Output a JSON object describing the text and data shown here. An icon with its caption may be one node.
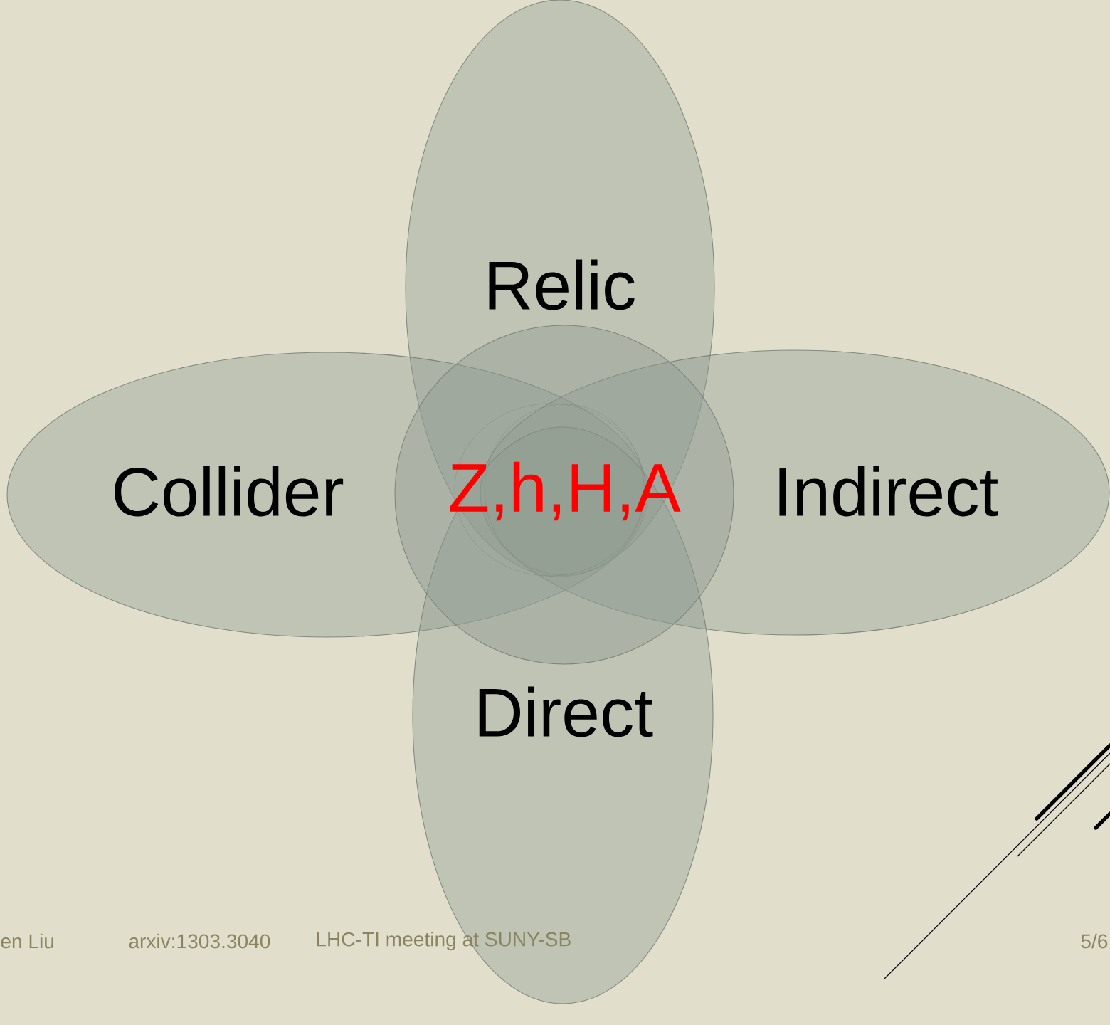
{
  "diagram": {
    "nodes": [
      {
        "text": [
          "Relic"
        ]
      },
      {
        "text": [
          "Collider"
        ]
      },
      {
        "text": [
          "Indirect"
        ]
      },
      {
        "text": [
          "Direct"
        ]
      },
      {
        "text": [
          "Z,h,H,A"
        ]
      }
    ],
    "labels": [
      "en Liu",
      "arxiv:1303.3040",
      "LHC-TI meeting at SUNY-SB",
      "5/6"
    ]
  }
}
